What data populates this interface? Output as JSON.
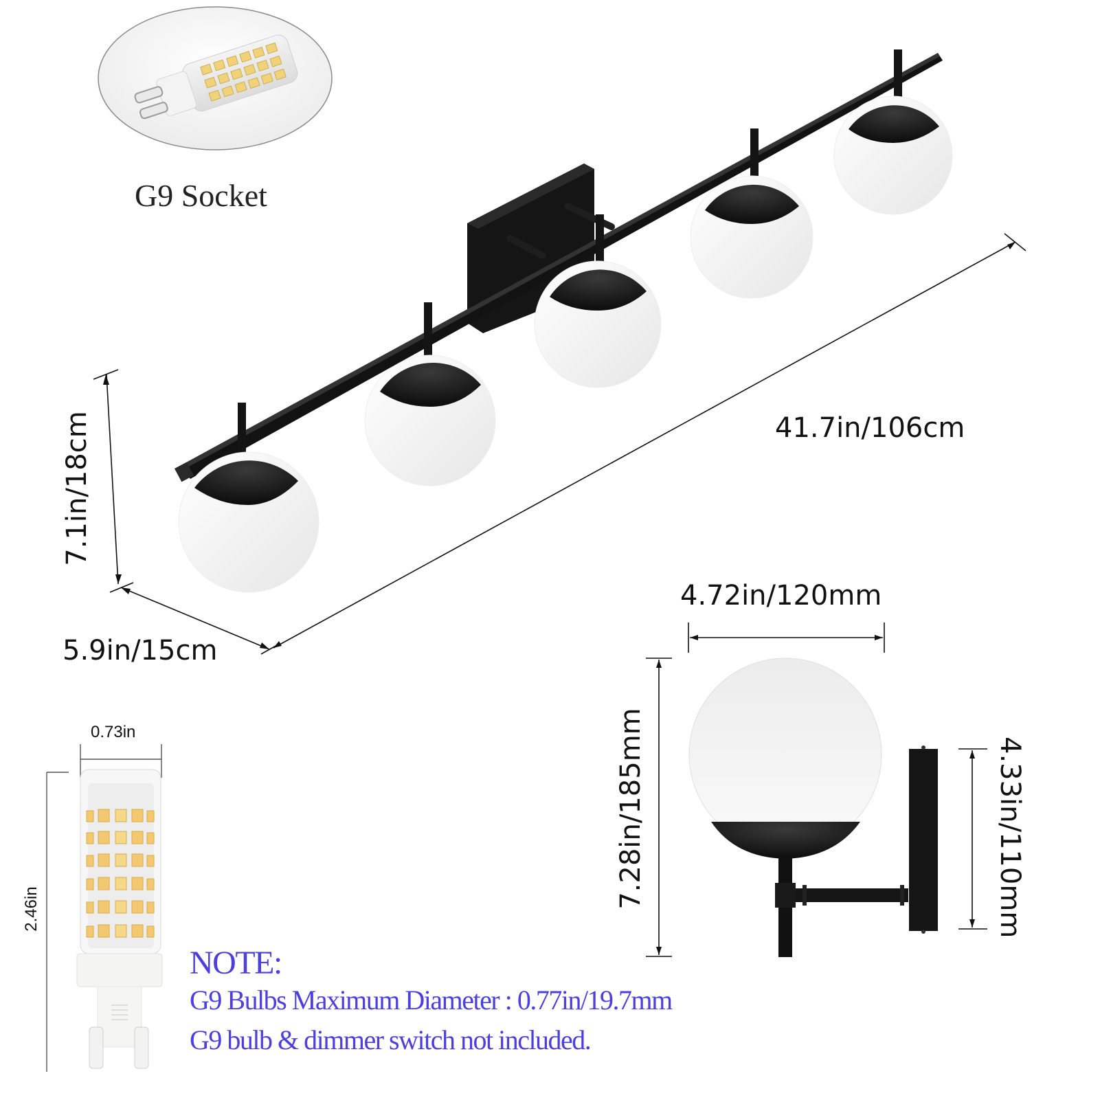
{
  "socket_inset": {
    "label": "G9 Socket",
    "icon": "g9-bulb-icon"
  },
  "fixture": {
    "bulb_count": 5,
    "colors": {
      "metal": "#141414",
      "globe": "#f6f6f6",
      "line": "#111111"
    }
  },
  "dimensions": {
    "length": "41.7in/106cm",
    "height": "7.1in/18cm",
    "depth": "5.9in/15cm",
    "globe_width": "4.72in/120mm",
    "side_height": "7.28in/185mm",
    "backplate_height": "4.33in/110mm"
  },
  "bulb_diagram": {
    "width": "0.73in",
    "height": "2.46in"
  },
  "note": {
    "title": "NOTE:",
    "line1": "G9 Bulbs Maximum Diameter : 0.77in/19.7mm",
    "line2": "G9 bulb & dimmer switch not included.",
    "color": "#4b3fe0"
  }
}
